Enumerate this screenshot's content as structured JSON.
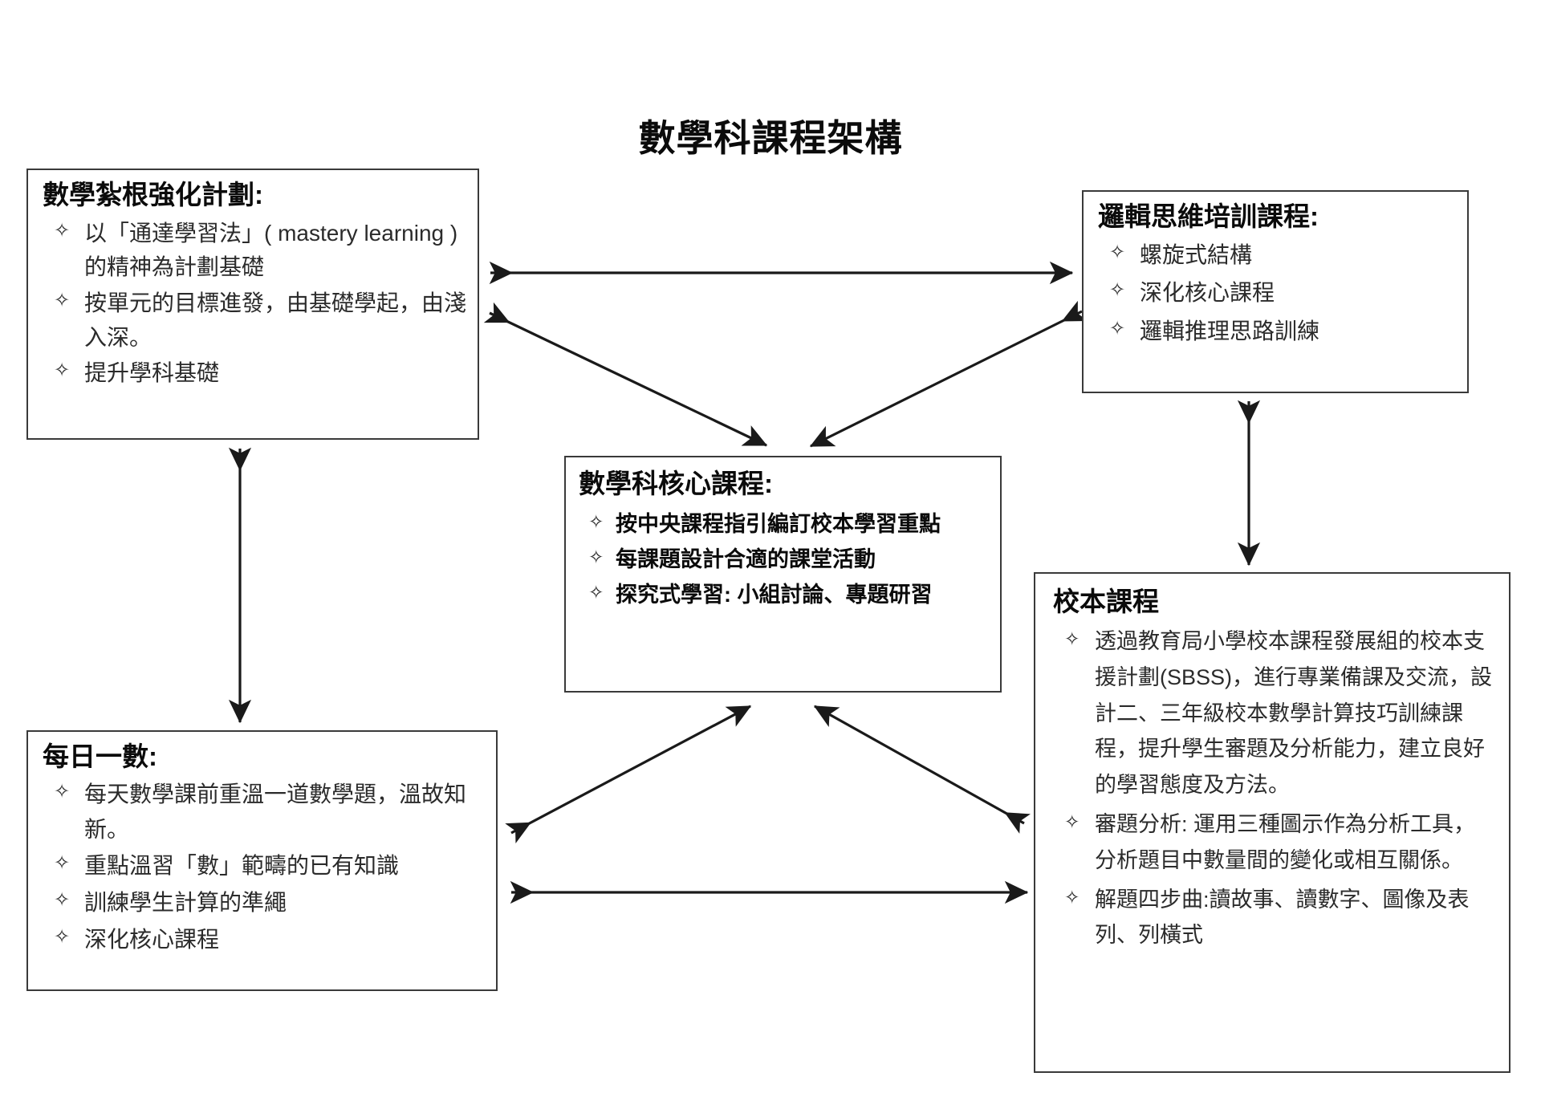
{
  "page": {
    "title": "數學科課程架構",
    "bullet_glyph": "✧",
    "line_color": "#1a1a1a",
    "box_border_color": "#3a3a3a",
    "text_color": "#2b2b2b",
    "background": "#ffffff"
  },
  "boxes": {
    "math_foundation": {
      "title": "數學紮根強化計劃:",
      "bullets": [
        "以「通達學習法」( mastery learning ) 的精神為計劃基礎",
        "按單元的目標進發，由基礎學起，由淺入深。",
        "提升學科基礎"
      ]
    },
    "logic_training": {
      "title": "邏輯思維培訓課程:",
      "bullets": [
        "螺旋式結構",
        "深化核心課程",
        "邏輯推理思路訓練"
      ]
    },
    "core_curriculum": {
      "title": "數學科核心課程:",
      "bullets": [
        "按中央課程指引編訂校本學習重點",
        "每課題設計合適的課堂活動",
        "探究式學習: 小組討論、專題研習"
      ]
    },
    "daily_math": {
      "title": "每日一數:",
      "bullets": [
        "每天數學課前重溫一道數學題，溫故知新。",
        "重點溫習「數」範疇的已有知識",
        "訓練學生計算的準繩",
        "深化核心課程"
      ]
    },
    "school_based": {
      "title": "校本課程",
      "bullets": [
        "透過教育局小學校本課程發展組的校本支援計劃(SBSS)，進行專業備課及交流，設計二、三年級校本數學計算技巧訓練課程，提升學生審題及分析能力，建立良好的學習態度及方法。",
        "審題分析: 運用三種圖示作為分析工具，分析題目中數量間的變化或相互關係。",
        "解題四步曲:讀故事、讀數字、圖像及表列、列橫式"
      ]
    }
  },
  "connectors": [
    {
      "name": "math-foundation-to-logic-training",
      "style": "double-headed-horizontal"
    },
    {
      "name": "math-foundation-to-core-curriculum",
      "style": "double-headed-diagonal"
    },
    {
      "name": "logic-training-to-core-curriculum",
      "style": "double-headed-diagonal"
    },
    {
      "name": "math-foundation-to-daily-math",
      "style": "double-headed-vertical"
    },
    {
      "name": "logic-training-to-school-based",
      "style": "double-headed-vertical"
    },
    {
      "name": "daily-math-to-core-curriculum",
      "style": "double-headed-diagonal"
    },
    {
      "name": "school-based-to-core-curriculum",
      "style": "double-headed-diagonal"
    },
    {
      "name": "daily-math-to-school-based",
      "style": "double-headed-horizontal"
    }
  ]
}
